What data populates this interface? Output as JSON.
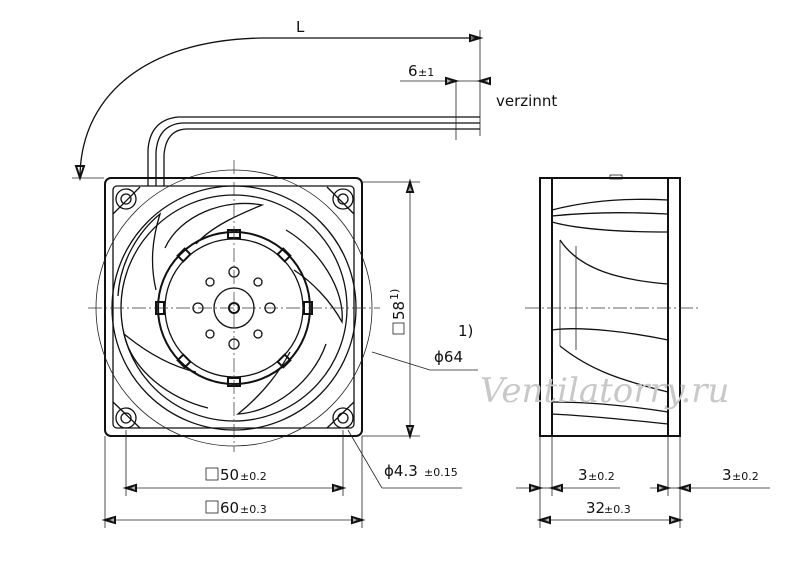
{
  "labels": {
    "length": "L",
    "wire_strip": "6",
    "wire_strip_tol": "±1",
    "tinned": "verzinnt",
    "square_58": "58",
    "note_ref": "1)",
    "note_ref_small": "1)",
    "dia_64": "ϕ64",
    "hole_dia": "ϕ4.3",
    "hole_dia_tol": "±0.15",
    "square_50": "50",
    "square_50_tol": "±0.2",
    "square_60": "60",
    "square_60_tol": "±0.3",
    "flange_left": "3",
    "flange_left_tol": "±0.2",
    "flange_right": "3",
    "flange_right_tol": "±0.2",
    "depth_32": "32",
    "depth_32_tol": "±0.3",
    "watermark": "Ventilatorry.ru"
  }
}
